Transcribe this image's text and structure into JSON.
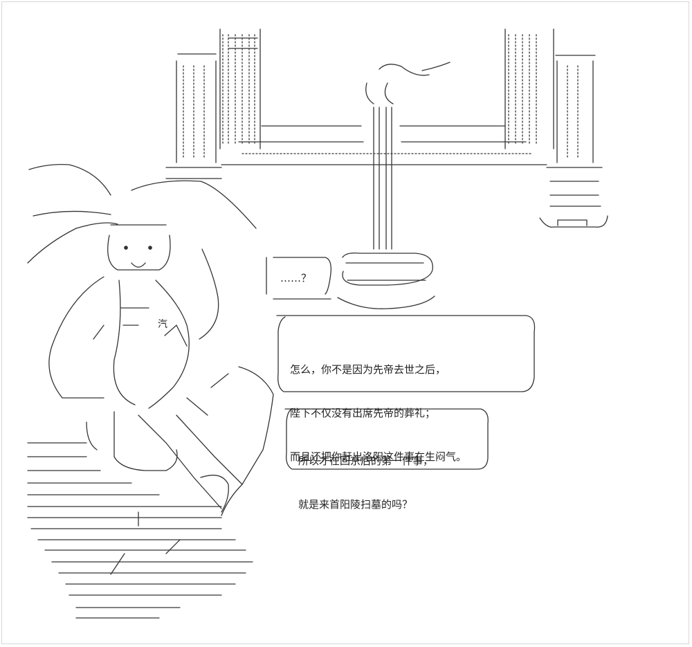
{
  "scene": {
    "dots_bubble": "……？",
    "speech_1": [
      "怎么，你不是因为先帝去世之后，",
      "陛下不仅没有出席先帝的葬礼；",
      "而且还把你赶出洛阳这件事在生闷气。"
    ],
    "speech_2": [
      "所以才在回京后的第一件事，",
      "就是来首阳陵扫墓的吗？"
    ],
    "steam_glyph": "汽"
  },
  "colors": {
    "line": "#333333",
    "background": "#ffffff"
  }
}
